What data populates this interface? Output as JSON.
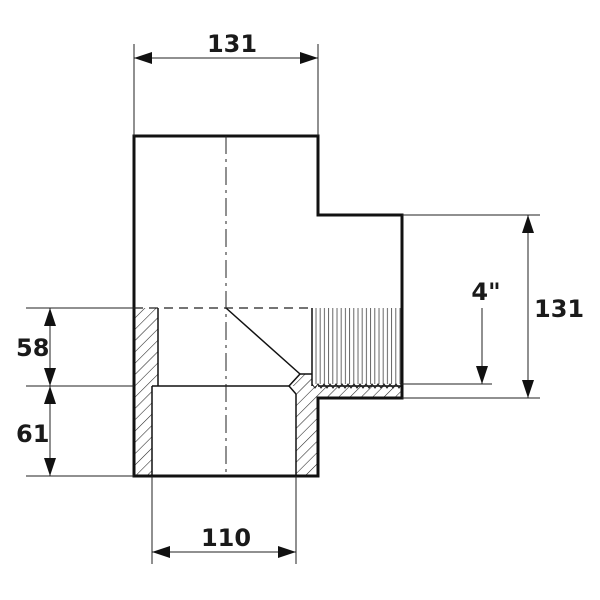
{
  "dimensions": {
    "top_width": "131",
    "right_height": "131",
    "thread_size": "4\"",
    "upper_left_height": "58",
    "lower_left_height": "61",
    "bottom_bore": "110"
  }
}
